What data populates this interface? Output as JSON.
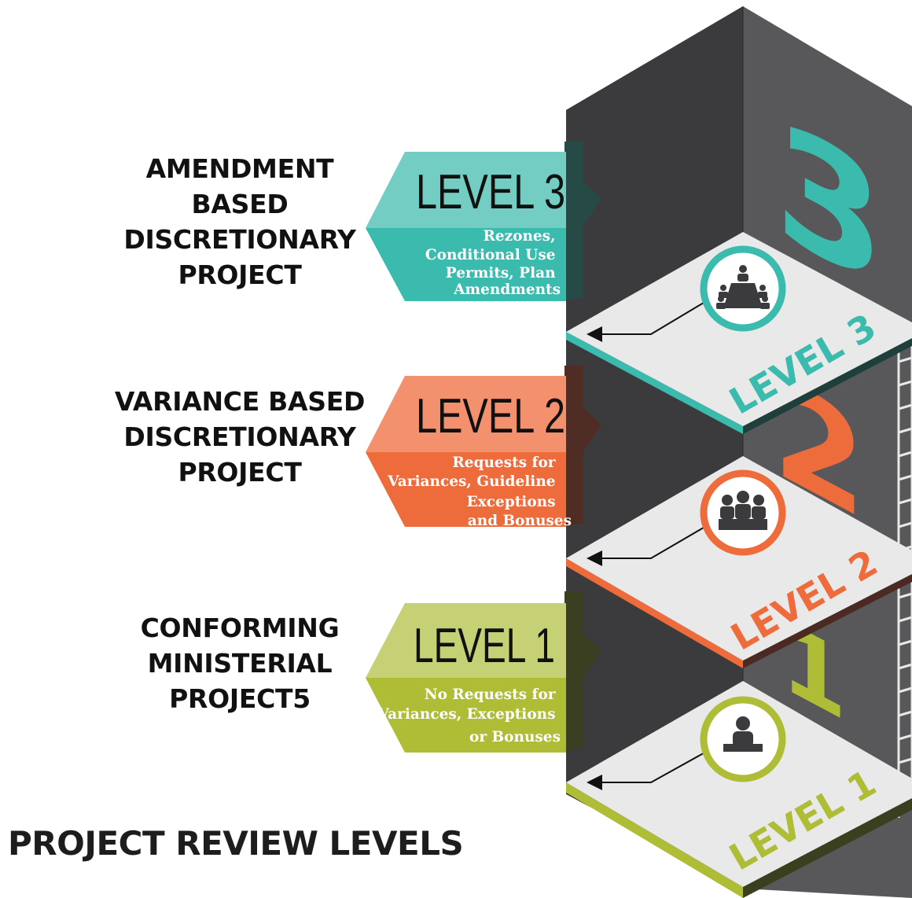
{
  "page_title": "PROJECT REVIEW LEVELS",
  "levels": [
    {
      "heading": [
        "AMENDMENT",
        "BASED",
        "DISCRETIONARY",
        "PROJECT"
      ],
      "tag": "LEVEL 3",
      "description": [
        "Rezones,",
        "Conditional Use",
        "Permits, Plan",
        "Amendments"
      ],
      "floor_label": "LEVEL 3",
      "wall_numeral": "3",
      "icon": "boardroom-meeting-icon",
      "colors": {
        "light": "#74cdc2",
        "dark": "#3abbad"
      }
    },
    {
      "heading": [
        "VARIANCE BASED",
        "DISCRETIONARY",
        "PROJECT"
      ],
      "tag": "LEVEL 2",
      "description": [
        "Requests for",
        "Variances, Guideline",
        "Exceptions",
        "and Bonuses"
      ],
      "floor_label": "LEVEL 2",
      "wall_numeral": "2",
      "icon": "panel-group-icon",
      "colors": {
        "light": "#f3916f",
        "dark": "#ee6b3b"
      }
    },
    {
      "heading": [
        "CONFORMING",
        "MINISTERIAL",
        "PROJECT5"
      ],
      "tag": "LEVEL 1",
      "description": [
        "No Requests for",
        "Variances, Exceptions",
        "or Bonuses"
      ],
      "floor_label": "LEVEL 1",
      "wall_numeral": "1",
      "icon": "single-person-desk-icon",
      "colors": {
        "light": "#c6d075",
        "dark": "#aebd35"
      }
    }
  ]
}
